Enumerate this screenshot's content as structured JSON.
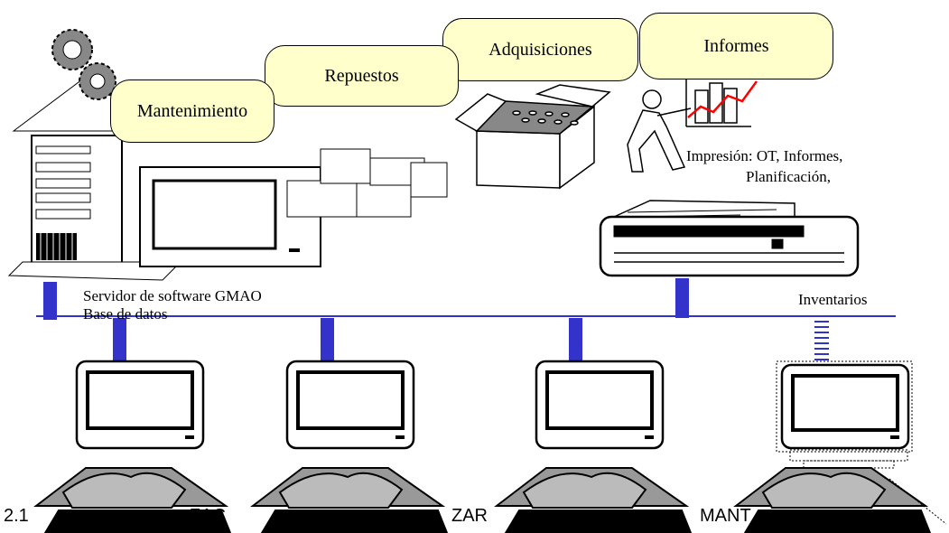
{
  "modules": {
    "mantenimiento": "Mantenimiento",
    "repuestos": "Repuestos",
    "adquisiciones": "Adquisiciones",
    "informes": "Informes"
  },
  "labels": {
    "print_line1": "Impresión: OT, Informes,",
    "print_line2": "Planificación,",
    "server_line1": "Servidor de software GMAO",
    "server_line2": "Base de datos",
    "inventarios": "Inventarios"
  },
  "caption": {
    "start": "2.1",
    "fragment_a": "ZAC",
    "fragment_b": "ZAR",
    "fragment_c": "MANT"
  },
  "colors": {
    "network_line": "#3333cc",
    "bubble_fill": "#ffffcc"
  }
}
